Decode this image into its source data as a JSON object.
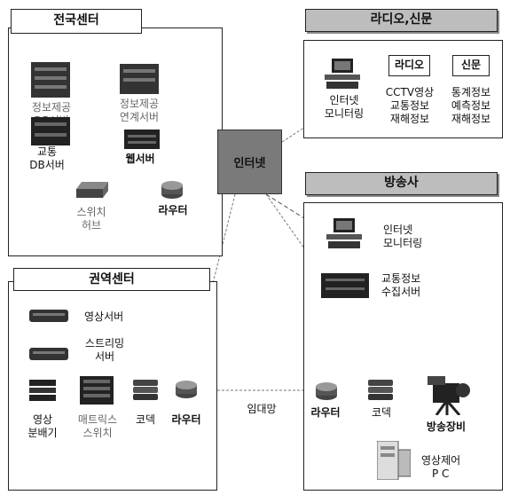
{
  "national_center": {
    "title": "전국센터",
    "devices": {
      "traffic_db": "교통DB서버",
      "info_db_top": "정보제공",
      "info_db_bottom": "DB서버",
      "info_link_top": "정보제공",
      "info_link_bottom": "연계서버",
      "traffic_db_top": "교통",
      "traffic_db_bottom": "DB서버",
      "web_server": "웹서버",
      "switch_top": "스위치",
      "switch_bottom": "허브",
      "router": "라우터"
    }
  },
  "internet": {
    "label": "인터넷"
  },
  "radio_news": {
    "title": "라디오,신문",
    "monitor_top": "인터넷",
    "monitor_bottom": "모니터링",
    "radio_label": "라디오",
    "radio_items": [
      "CCTV영상",
      "교통정보",
      "재해정보"
    ],
    "news_label": "신문",
    "news_items": [
      "통계정보",
      "예측정보",
      "재해정보"
    ]
  },
  "broadcaster": {
    "title": "방송사",
    "monitor_top": "인터넷",
    "monitor_bottom": "모니터링",
    "collect_top": "교통정보",
    "collect_bottom": "수집서버",
    "router": "라우터",
    "codec": "코덱",
    "broadcast_equip": "방송장비",
    "control_top": "영상제어",
    "control_bottom": "P C"
  },
  "regional_center": {
    "title": "권역센터",
    "video_server": "영상서버",
    "streaming_top": "스트리밍",
    "streaming_bottom": "서버",
    "distributor_top": "영상",
    "distributor_bottom": "분배기",
    "matrix_top": "매트릭스",
    "matrix_bottom": "스위치",
    "codec": "코덱",
    "router": "라우터"
  },
  "leased_line": "임대망"
}
